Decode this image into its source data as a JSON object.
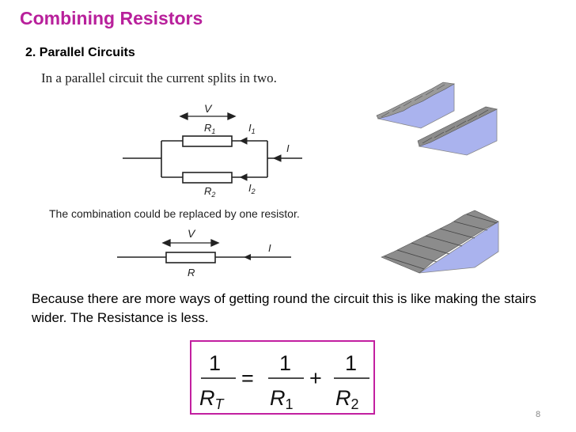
{
  "slide": {
    "title": "Combining Resistors",
    "subtitle": "2. Parallel Circuits",
    "intro": "In a parallel circuit the current splits in two.",
    "combination_note": "The combination could be replaced by one resistor.",
    "body": "Because there are more ways of getting round the circuit this is like making the stairs wider. The Resistance is less.",
    "page_number": "8"
  },
  "parallel_circuit": {
    "voltage_label": "V",
    "r1_label": "R",
    "r1_sub": "1",
    "r2_label": "R",
    "r2_sub": "2",
    "i1_label": "I",
    "i1_sub": "1",
    "i2_label": "I",
    "i2_sub": "2",
    "current_label": "I"
  },
  "single_circuit": {
    "voltage_label": "V",
    "resistor_label": "R",
    "current_label": "I"
  },
  "formula": {
    "numerator": "1",
    "total_r": "R",
    "total_sub": "T",
    "r1": "R",
    "r1_sub": "1",
    "r2": "R",
    "r2_sub": "2",
    "equals": "=",
    "plus": "+"
  },
  "colors": {
    "title": "#b8209b",
    "formula_border": "#c21fa0",
    "stair_side": "#aab3ee",
    "stair_step": "#8c8c8c"
  }
}
